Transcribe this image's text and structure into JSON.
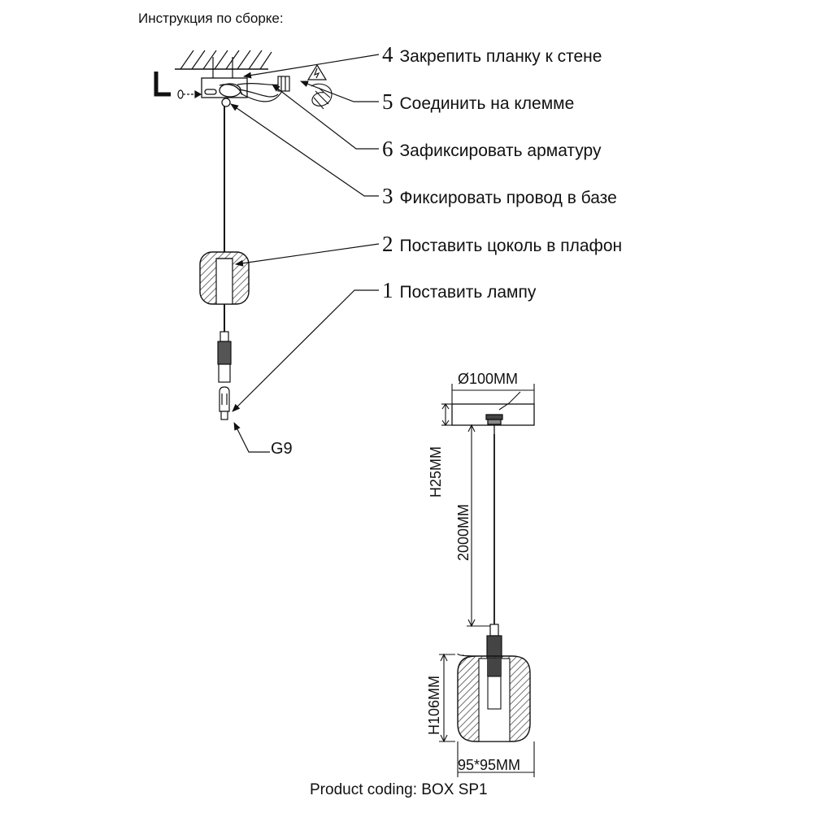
{
  "title": "Инструкция по сборке:",
  "steps": [
    {
      "number": "4",
      "text": "Закрепить планку к стене"
    },
    {
      "number": "5",
      "text": "Соединить на клемме"
    },
    {
      "number": "6",
      "text": "Зафиксировать арматуру"
    },
    {
      "number": "3",
      "text": "Фиксировать провод в базе"
    },
    {
      "number": "2",
      "text": "Поставить цоколь в плафон"
    },
    {
      "number": "1",
      "text": "Поставить лампу"
    }
  ],
  "bulb_label": "G9",
  "dimensions": {
    "canopy_diameter": "Ø100MM",
    "canopy_height": "H25MM",
    "cable_length": "2000MM",
    "shade_height": "H106MM",
    "shade_size": "95*95MM"
  },
  "product_coding": "Product coding: BOX SP1"
}
